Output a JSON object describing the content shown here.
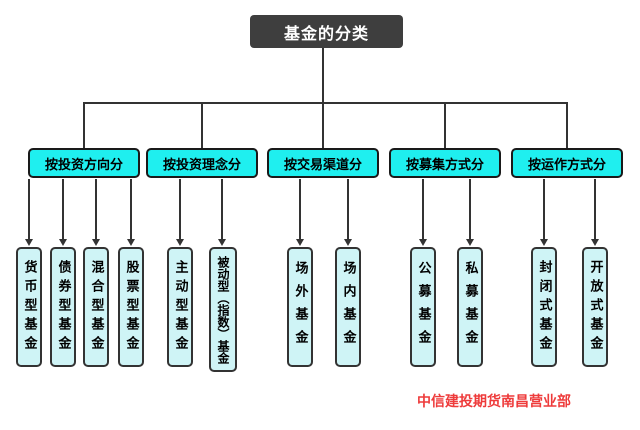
{
  "title": "基金的分类",
  "colors": {
    "root_bg": "#3e3e3e",
    "root_text": "#ffffff",
    "branch_bg": "#1fefef",
    "leaf_bg": "#cff4f6",
    "line": "#333333",
    "border": "#1a1a1a",
    "footer_text": "#ee3b3b"
  },
  "groups": [
    {
      "label": "按投资方向分",
      "leaves": [
        "货币型基金",
        "债券型基金",
        "混合型基金",
        "股票型基金"
      ]
    },
    {
      "label": "按投资理念分",
      "leaves": [
        "主动型基金",
        "被动型（指数）基金"
      ]
    },
    {
      "label": "按交易渠道分",
      "leaves": [
        "场外基金",
        "场内基金"
      ]
    },
    {
      "label": "按募集方式分",
      "leaves": [
        "公募基金",
        "私募基金"
      ]
    },
    {
      "label": "按运作方式分",
      "leaves": [
        "封闭式基金",
        "开放式基金"
      ]
    }
  ],
  "footer": "中信建投期货南昌营业部"
}
